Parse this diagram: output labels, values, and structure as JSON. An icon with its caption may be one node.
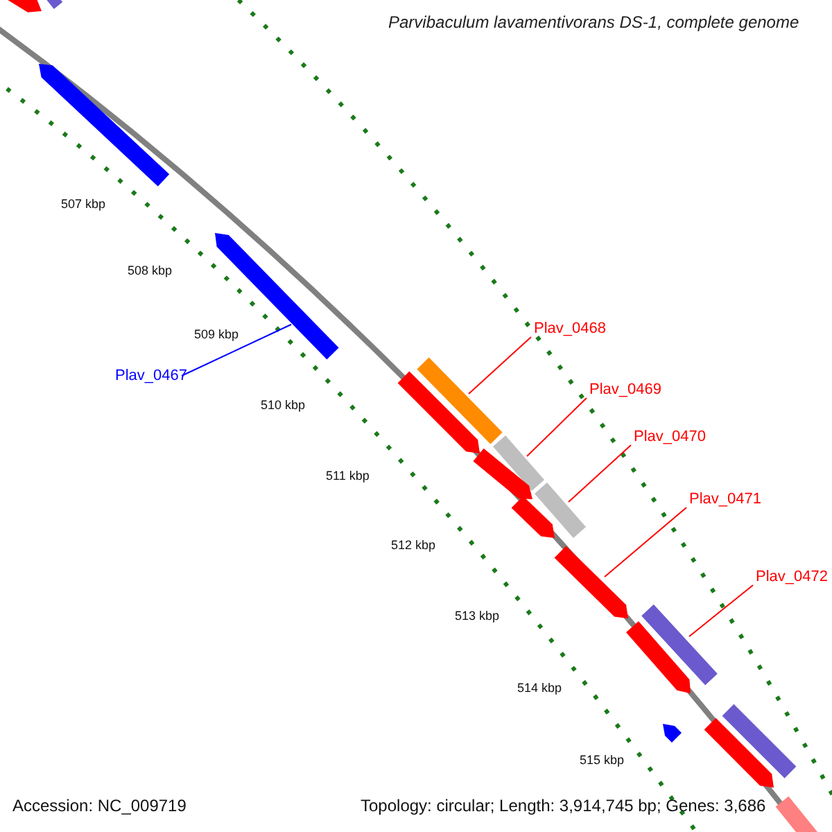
{
  "diagram": {
    "title": "Parvibaculum lavamentivorans DS-1, complete genome",
    "nodes": [
      {
        "text": [
          "Plav_0468"
        ]
      },
      {
        "text": [
          "Plav_0467"
        ]
      },
      {
        "text": [
          "Plav_0469"
        ]
      },
      {
        "text": [
          "Plav_0470"
        ]
      },
      {
        "text": [
          "Plav_0471"
        ]
      },
      {
        "text": [
          "Plav_0472"
        ]
      },
      {
        "text": [],
        "shape": "bar"
      },
      {
        "text": [],
        "shape": "bar"
      },
      {
        "text": [],
        "shape": "bar"
      },
      {
        "text": [],
        "shape": "bar"
      },
      {
        "text": [],
        "shape": "bar"
      },
      {
        "text": [],
        "shape": "bar"
      },
      {
        "text": [],
        "shape": "bar"
      },
      {
        "text": [],
        "shape": "bar"
      },
      {
        "text": [],
        "shape": "bar"
      },
      {
        "text": [],
        "shape": "bar"
      },
      {
        "text": [],
        "shape": "bar"
      },
      {
        "text": [],
        "shape": "bar"
      },
      {
        "text": [],
        "shape": "bar"
      },
      {
        "text": [],
        "shape": "bar"
      },
      {
        "text": [],
        "shape": "bar"
      },
      {
        "text": [],
        "shape": "bar"
      },
      {
        "text": [],
        "shape": "bar"
      }
    ],
    "edges": [
      {
        "from": 0,
        "to": 10,
        "arrow": "none"
      },
      {
        "from": 1,
        "to": 9,
        "arrow": "none",
        "color": "#0000ff"
      },
      {
        "from": 2,
        "to": 12,
        "arrow": "none"
      },
      {
        "from": 3,
        "to": 14,
        "arrow": "none"
      },
      {
        "from": 4,
        "to": 16,
        "arrow": "none"
      },
      {
        "from": 5,
        "to": 17,
        "arrow": "none"
      }
    ],
    "labels": [
      "507 kbp",
      "508 kbp",
      "509 kbp",
      "510 kbp",
      "511 kbp",
      "512 kbp",
      "513 kbp",
      "514 kbp",
      "515 kbp",
      "Accession: NC_009719",
      "Topology: circular; Length: 3,914,745 bp; Genes: 3,686"
    ]
  }
}
